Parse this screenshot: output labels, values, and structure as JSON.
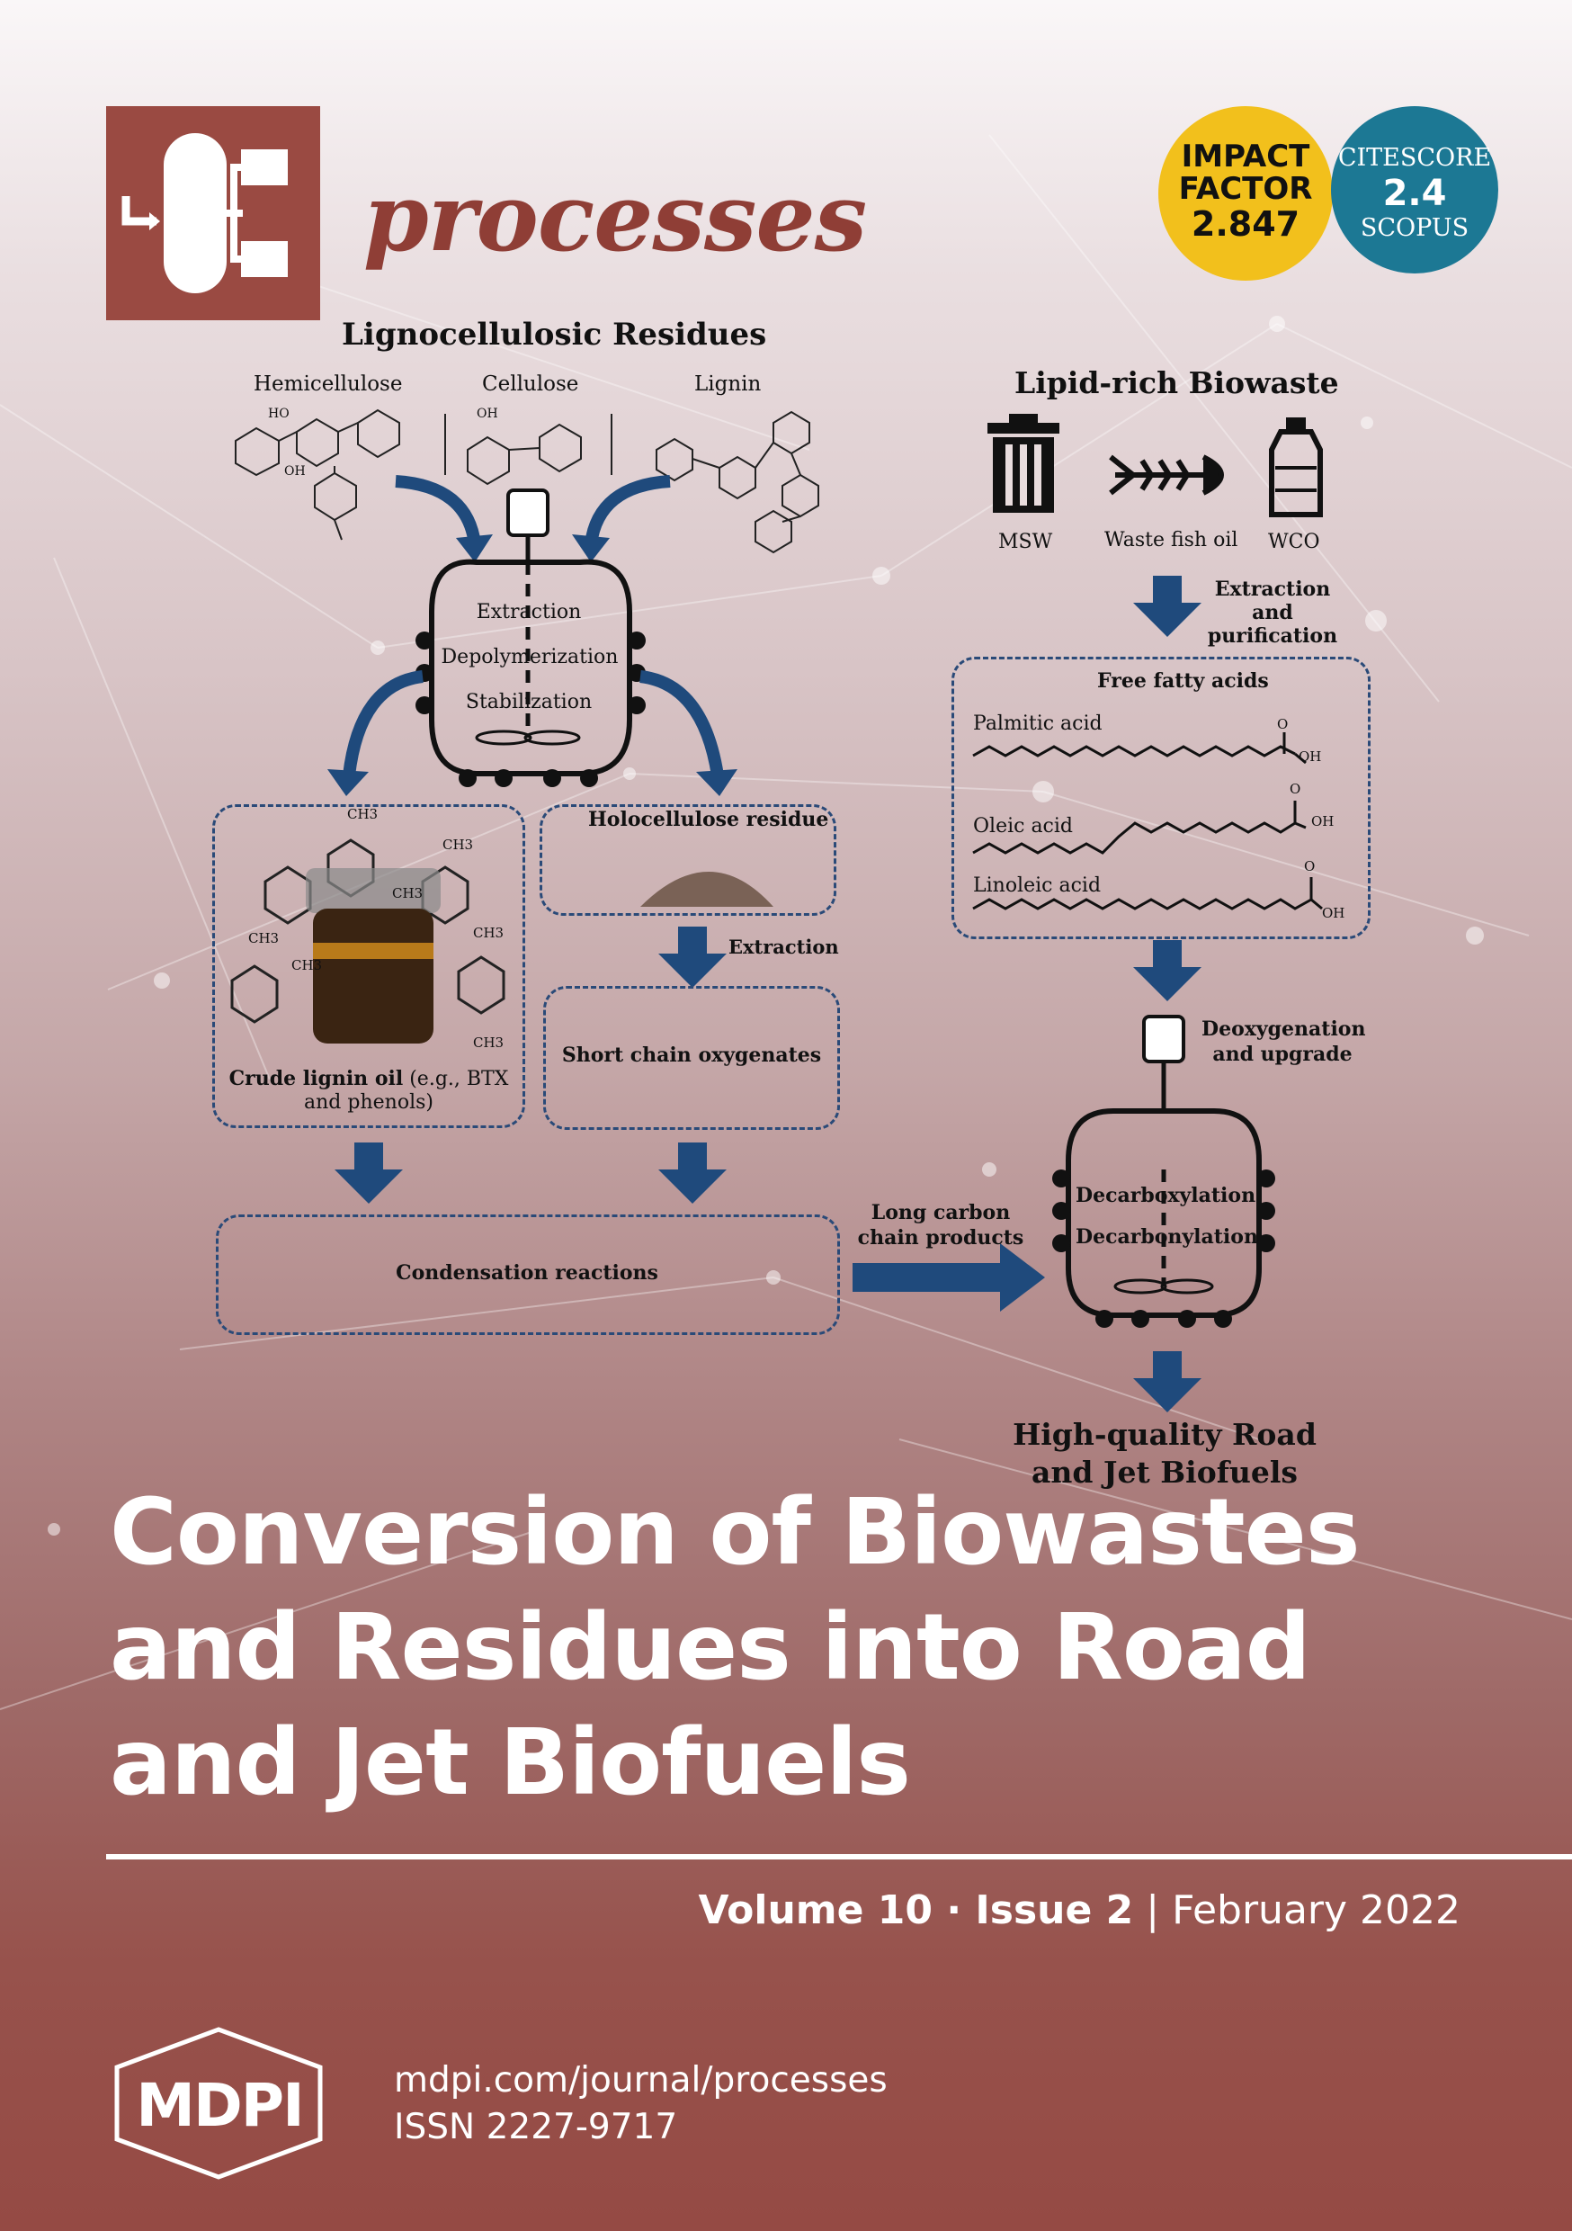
{
  "journal": {
    "name": "processes"
  },
  "badges": {
    "impact_factor": {
      "line1": "IMPACT",
      "line2": "FACTOR",
      "value": "2.847"
    },
    "citescore": {
      "line1": "CITESCORE",
      "value": "2.4",
      "line3": "SCOPUS"
    }
  },
  "diagram": {
    "lignocellulosic_title": "Lignocellulosic Residues",
    "hemicellulose": "Hemicellulose",
    "cellulose": "Cellulose",
    "lignin": "Lignin",
    "reactor_step1": "Extraction",
    "reactor_step2": "Depolymerization",
    "reactor_step3": "Stabilization",
    "crude_oil_bold": "Crude lignin oil",
    "crude_oil_rest": " (e.g., BTX and phenols)",
    "holocellulose": "Holocellulose residue",
    "extraction": "Extraction",
    "short_chain": "Short chain oxygenates",
    "condensation": "Condensation reactions",
    "long_carbon": "Long carbon chain products",
    "lipid_title": "Lipid-rich Biowaste",
    "msw": "MSW",
    "waste_fish_oil": "Waste fish oil",
    "wco": "WCO",
    "extraction_purification": "Extraction and purification",
    "free_fatty_acids": "Free fatty acids",
    "palmitic": "Palmitic acid",
    "oleic": "Oleic acid",
    "linoleic": "Linoleic acid",
    "deoxygenation": "Deoxygenation and upgrade",
    "decarboxylation": "Decarboxylation",
    "decarbonylation": "Decarbonylation",
    "output": "High-quality Road and Jet Biofuels",
    "ch3": "CH3",
    "oh": "OH",
    "o": "O",
    "ho": "HO"
  },
  "article_title": "Conversion of Biowastes and Residues into Road and Jet Biofuels",
  "issue": {
    "volume": "Volume 10",
    "sep": " · ",
    "issue": "Issue 2",
    "bar": " | ",
    "date": "February 2022"
  },
  "publisher": {
    "name": "MDPI",
    "url": "mdpi.com/journal/processes",
    "issn": "ISSN 2227-9717"
  },
  "colors": {
    "brand": "#9a4a42",
    "arrow": "#1f4a7c",
    "impact": "#f2c01c",
    "citescore": "#1c7894"
  }
}
